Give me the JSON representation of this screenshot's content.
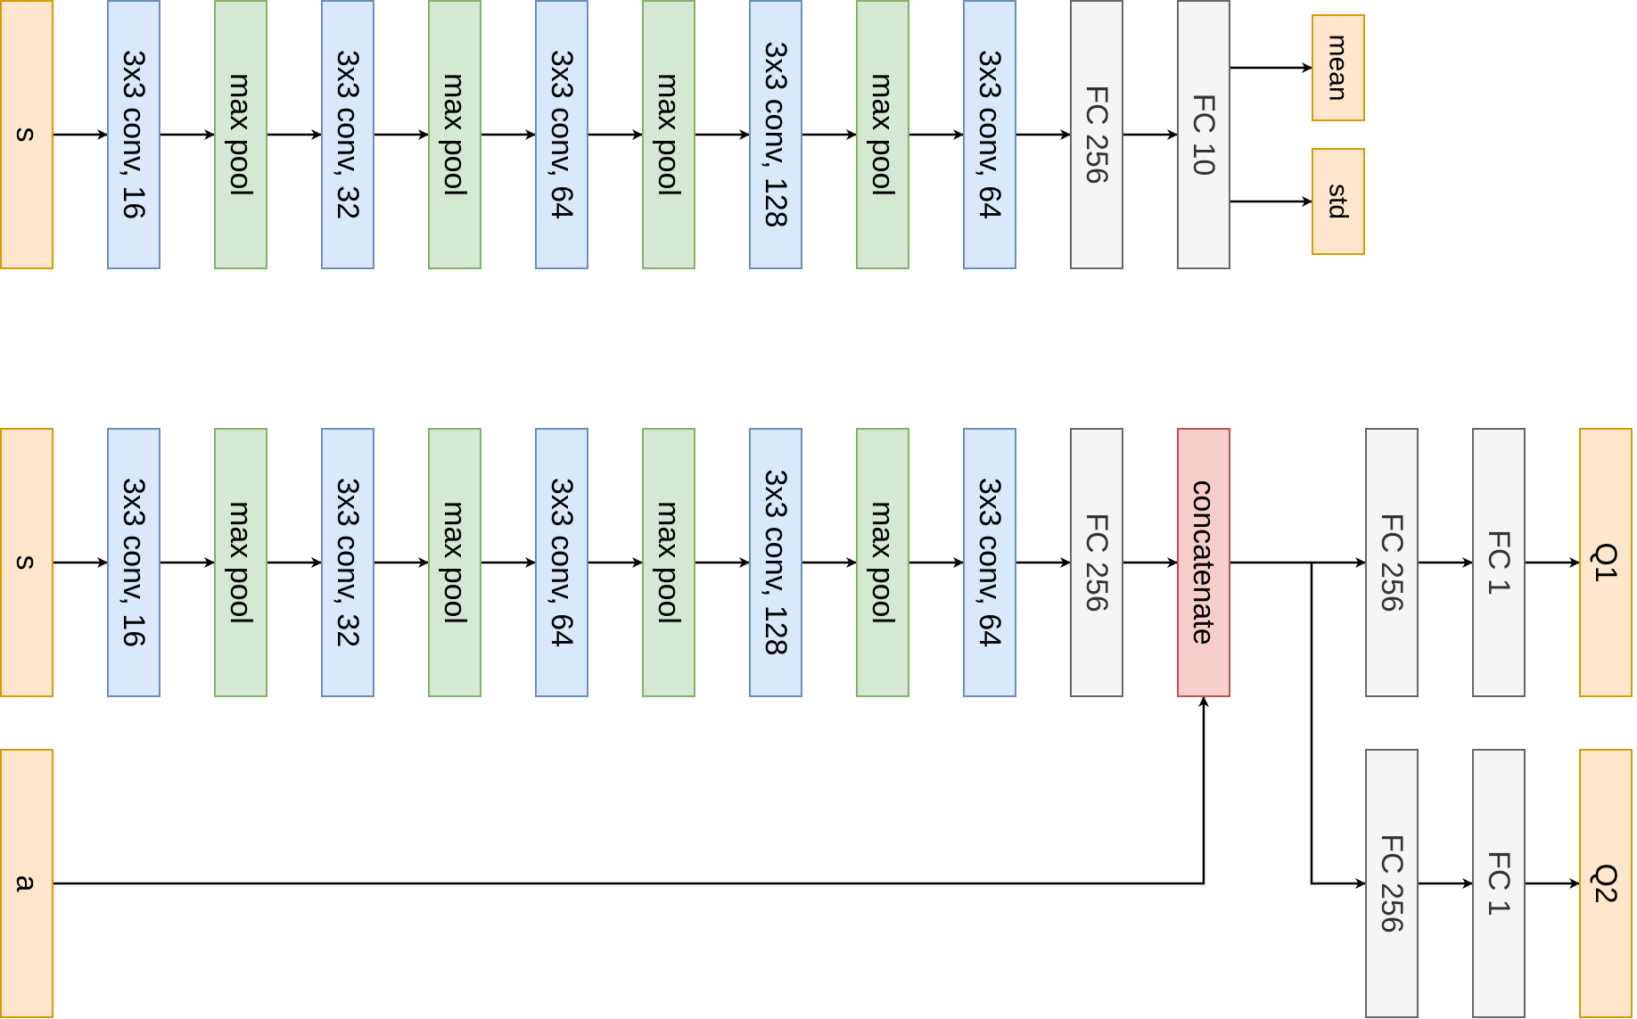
{
  "colors": {
    "io_fill": "#ffe6cc",
    "io_stroke": "#d79b00",
    "conv_fill": "#dae8fc",
    "conv_stroke": "#6c8ebf",
    "pool_fill": "#d5e8d4",
    "pool_stroke": "#82b366",
    "fc_fill": "#f5f5f5",
    "fc_stroke": "#666666",
    "fc_text": "#333333",
    "concat_fill": "#f8cecc",
    "concat_stroke": "#b85450",
    "edge": "#000000"
  },
  "actor": {
    "input": "s",
    "layers": [
      "3x3 conv, 16",
      "max pool",
      "3x3 conv, 32",
      "max pool",
      "3x3 conv, 64",
      "max pool",
      "3x3 conv, 128",
      "max pool",
      "3x3 conv, 64",
      "FC 256",
      "FC 10"
    ],
    "outputs": [
      "mean",
      "std"
    ]
  },
  "critic": {
    "state_input": "s",
    "action_input": "a",
    "layers": [
      "3x3 conv, 16",
      "max pool",
      "3x3 conv, 32",
      "max pool",
      "3x3 conv, 64",
      "max pool",
      "3x3 conv, 128",
      "max pool",
      "3x3 conv, 64",
      "FC 256"
    ],
    "concat": "concatenate",
    "head1": [
      "FC 256",
      "FC 1",
      "Q1"
    ],
    "head2": [
      "FC 256",
      "FC 1",
      "Q2"
    ]
  }
}
